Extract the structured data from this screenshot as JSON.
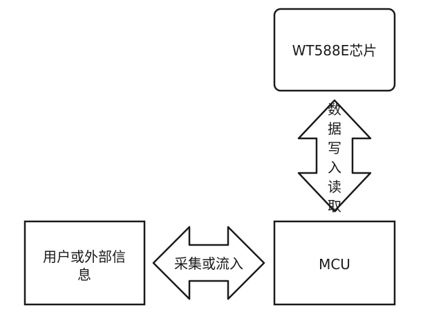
{
  "nodes": {
    "chip": {
      "label": "WT588E芯片"
    },
    "user_info": {
      "label_line1": "用户或外部信",
      "label_line2": "息"
    },
    "mcu": {
      "label": "MCU"
    }
  },
  "edges": {
    "vertical": {
      "label_chars": [
        "数",
        "据",
        "写",
        "入",
        "读",
        "取"
      ]
    },
    "horizontal": {
      "label": "采集或流入"
    }
  }
}
